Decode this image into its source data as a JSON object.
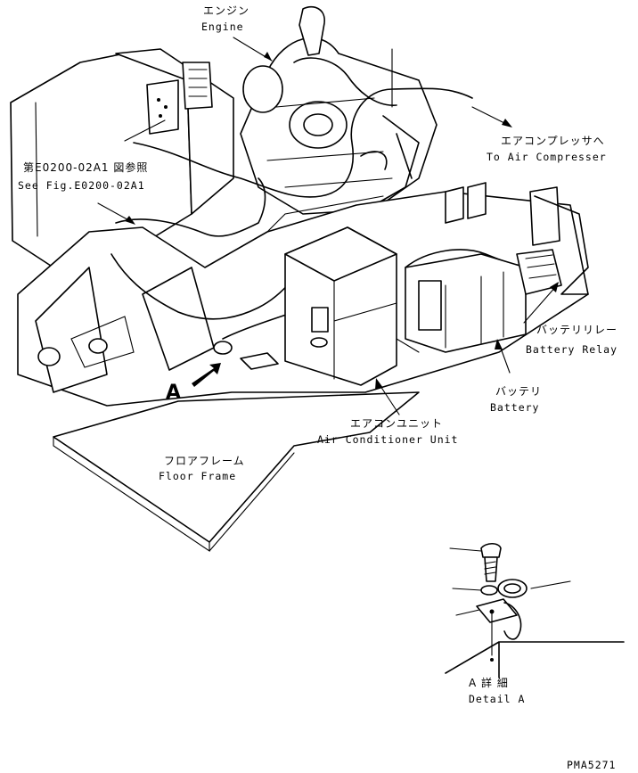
{
  "labels": {
    "engine_jp": "エンジン",
    "engine_en": "Engine",
    "compressor_jp": "エアコンプレッサへ",
    "compressor_en": "To Air Compresser",
    "seefig_jp": "第E0200-02A1 図参照",
    "seefig_en": "See Fig.E0200-02A1",
    "relay_jp": "バッテリリレー",
    "relay_en": "Battery Relay",
    "battery_jp": "バッテリ",
    "battery_en": "Battery",
    "aircon_jp": "エアコンユニット",
    "aircon_en": "Air Conditioner Unit",
    "floor_jp": "フロアフレーム",
    "floor_en": "Floor Frame",
    "view_marker": "A",
    "detail_jp": "A 詳 細",
    "detail_en": "Detail A",
    "drawing_code": "PMA5271"
  }
}
